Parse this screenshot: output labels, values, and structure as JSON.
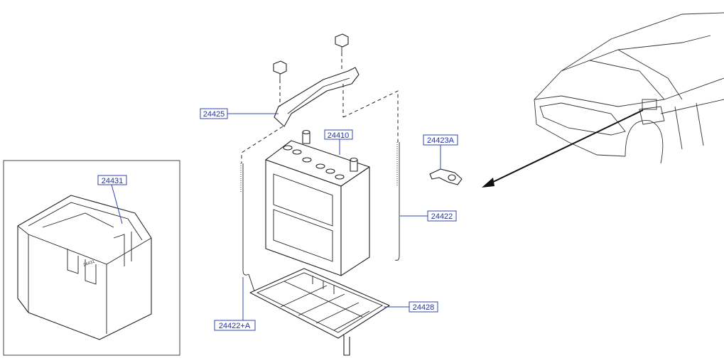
{
  "callouts": {
    "p24425": "24425",
    "p24410": "24410",
    "p24423A": "24423A",
    "p24431": "24431",
    "p24422": "24422",
    "p24428": "24428",
    "p24422A": "24422+A"
  },
  "colors": {
    "callout_text": "#2233aa",
    "callout_border": "#3344aa",
    "line_art": "#222222",
    "background": "#ffffff"
  }
}
